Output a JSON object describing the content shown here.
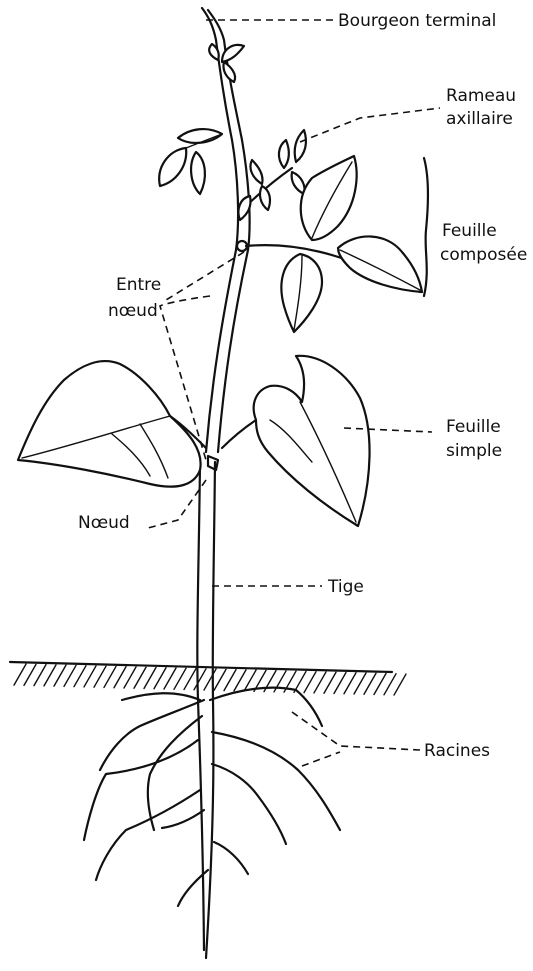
{
  "labels": {
    "bourgeon": "Bourgeon terminal",
    "rameau_1": "Rameau",
    "rameau_2": "axillaire",
    "composee_1": "Feuille",
    "composee_2": "composée",
    "entre_1": "Entre",
    "entre_2": "nœud",
    "simple_1": "Feuille",
    "simple_2": "simple",
    "noeud": "Nœud",
    "tige": "Tige",
    "racines": "Racines"
  }
}
